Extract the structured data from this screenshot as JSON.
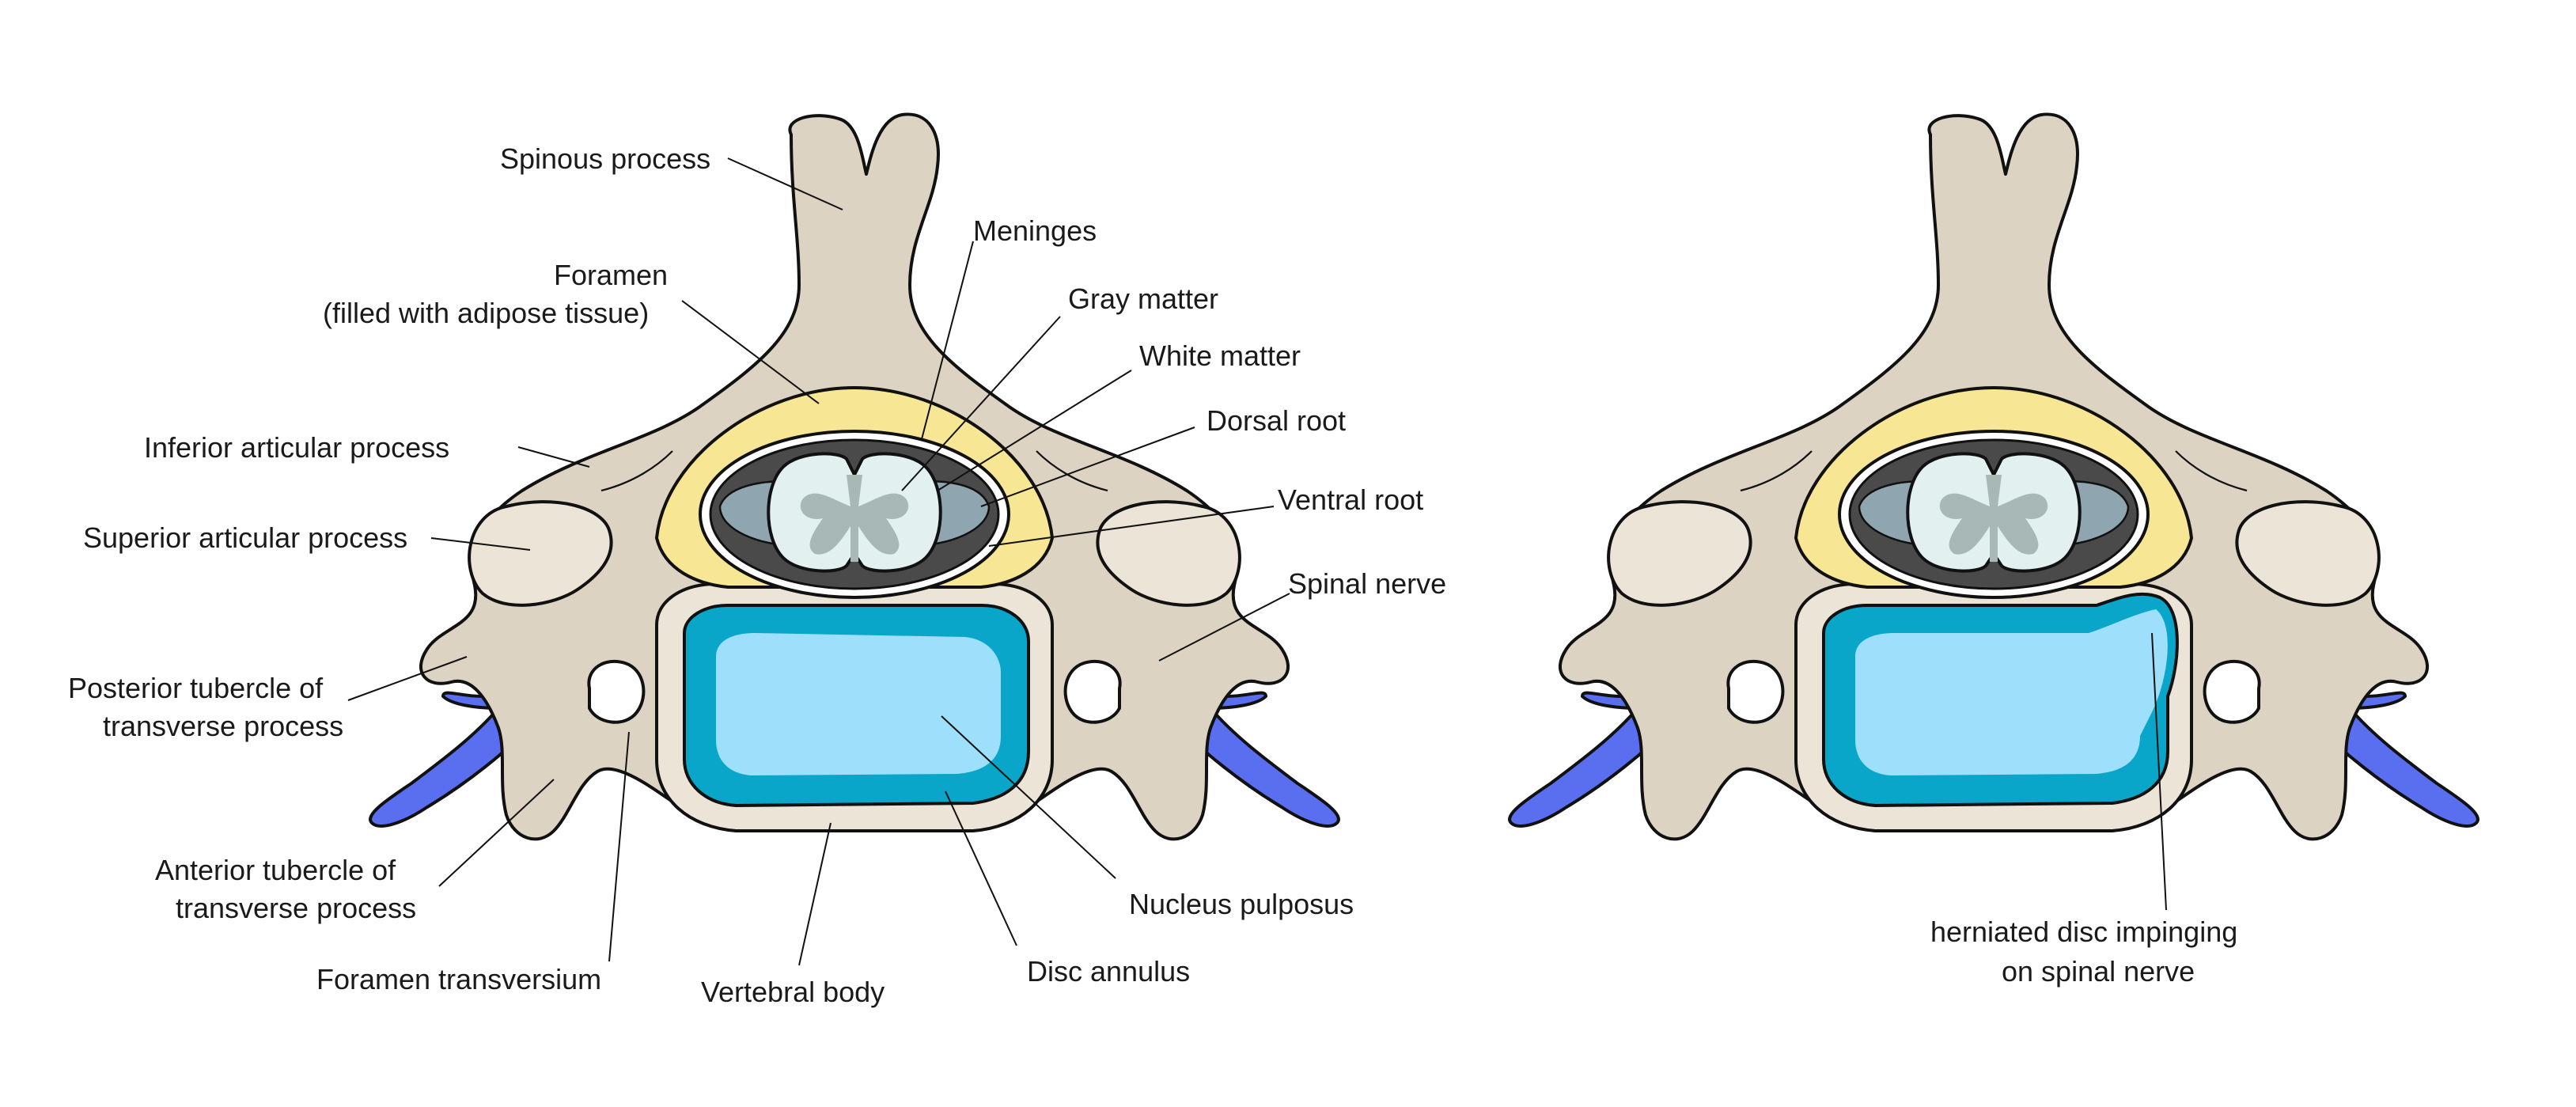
{
  "colors": {
    "bone": "#ddd3c3",
    "bone_light": "#ece4d6",
    "adipose": "#f7e694",
    "nerve": "#5a6ff0",
    "nerve_dark": "#3e52dc",
    "disc_annulus": "#0aa6c9",
    "disc_nucleus": "#9ee0fb",
    "disc_nucleus_light": "#bff0ff",
    "white_matter": "#e2f0f0",
    "gray_matter": "#a7b8b7",
    "meninges_dark": "#4a4a4a",
    "meninges_light": "#8fa6b1",
    "outline": "#111111"
  },
  "labels": {
    "spinous_process": "Spinous process",
    "foramen_line1": "Foramen",
    "foramen_line2": "(filled with adipose tissue)",
    "inferior_articular": "Inferior articular process",
    "superior_articular": "Superior articular process",
    "posterior_tubercle_line1": "Posterior tubercle of",
    "posterior_tubercle_line2": "transverse process",
    "anterior_tubercle_line1": "Anterior tubercle of",
    "anterior_tubercle_line2": "transverse process",
    "foramen_transversium": "Foramen transversium",
    "vertebral_body": "Vertebral body",
    "meninges": "Meninges",
    "gray_matter": "Gray matter",
    "white_matter": "White matter",
    "dorsal_root": "Dorsal root",
    "ventral_root": "Ventral root",
    "spinal_nerve": "Spinal nerve",
    "nucleus_pulposus": "Nucleus pulposus",
    "disc_annulus": "Disc annulus",
    "herniated_line1": "herniated disc impinging",
    "herniated_line2": "on spinal nerve"
  }
}
